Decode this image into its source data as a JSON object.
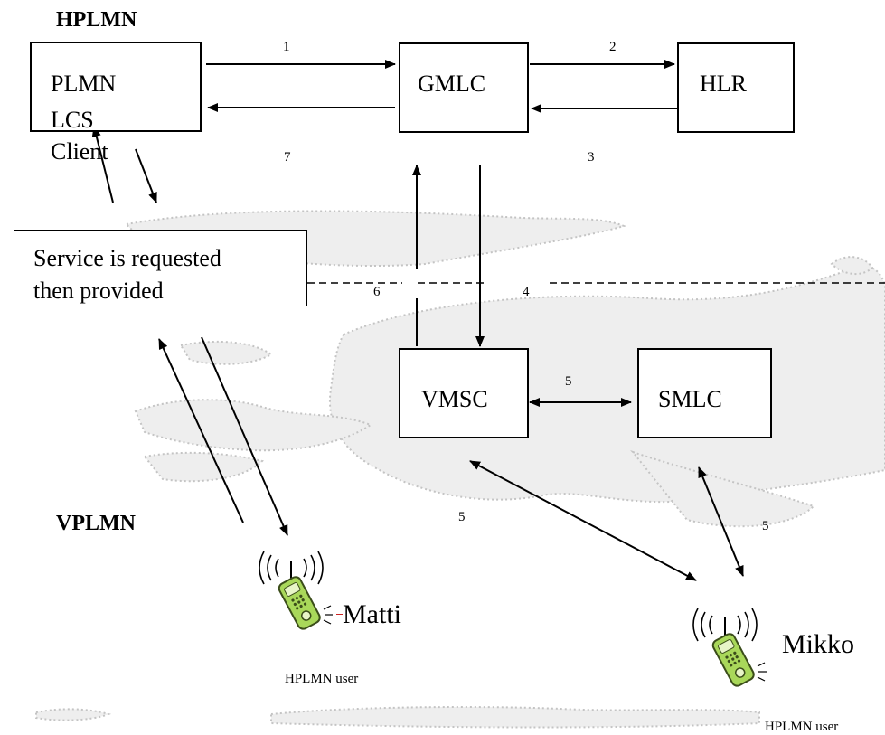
{
  "regions": {
    "home": "HPLMN",
    "visited": "VPLMN"
  },
  "nodes": {
    "client": [
      "PLMN",
      "LCS",
      "Client"
    ],
    "gmlc": "GMLC",
    "hlr": "HLR",
    "vmsc": "VMSC",
    "smlc": "SMLC",
    "service": [
      "Service is requested",
      "then provided"
    ]
  },
  "steps": {
    "s1": "1",
    "s2": "2",
    "s3": "3",
    "s4": "4",
    "s5a": "5",
    "s5b": "5",
    "s5c": "5",
    "s6": "6",
    "s7": "7"
  },
  "users": [
    {
      "name": "Matti",
      "caption": "HPLMN user"
    },
    {
      "name": "Mikko",
      "caption": "HPLMN user"
    }
  ],
  "icons": {
    "phone": "cell-phone-icon",
    "map": "faded-map-background"
  },
  "colors": {
    "map_fill": "#eeeeee",
    "map_stroke": "#c4c4c4",
    "phone_green": "#a9d85a",
    "phone_dark": "#3b4d1a",
    "dash_accent": "#cc2222"
  }
}
